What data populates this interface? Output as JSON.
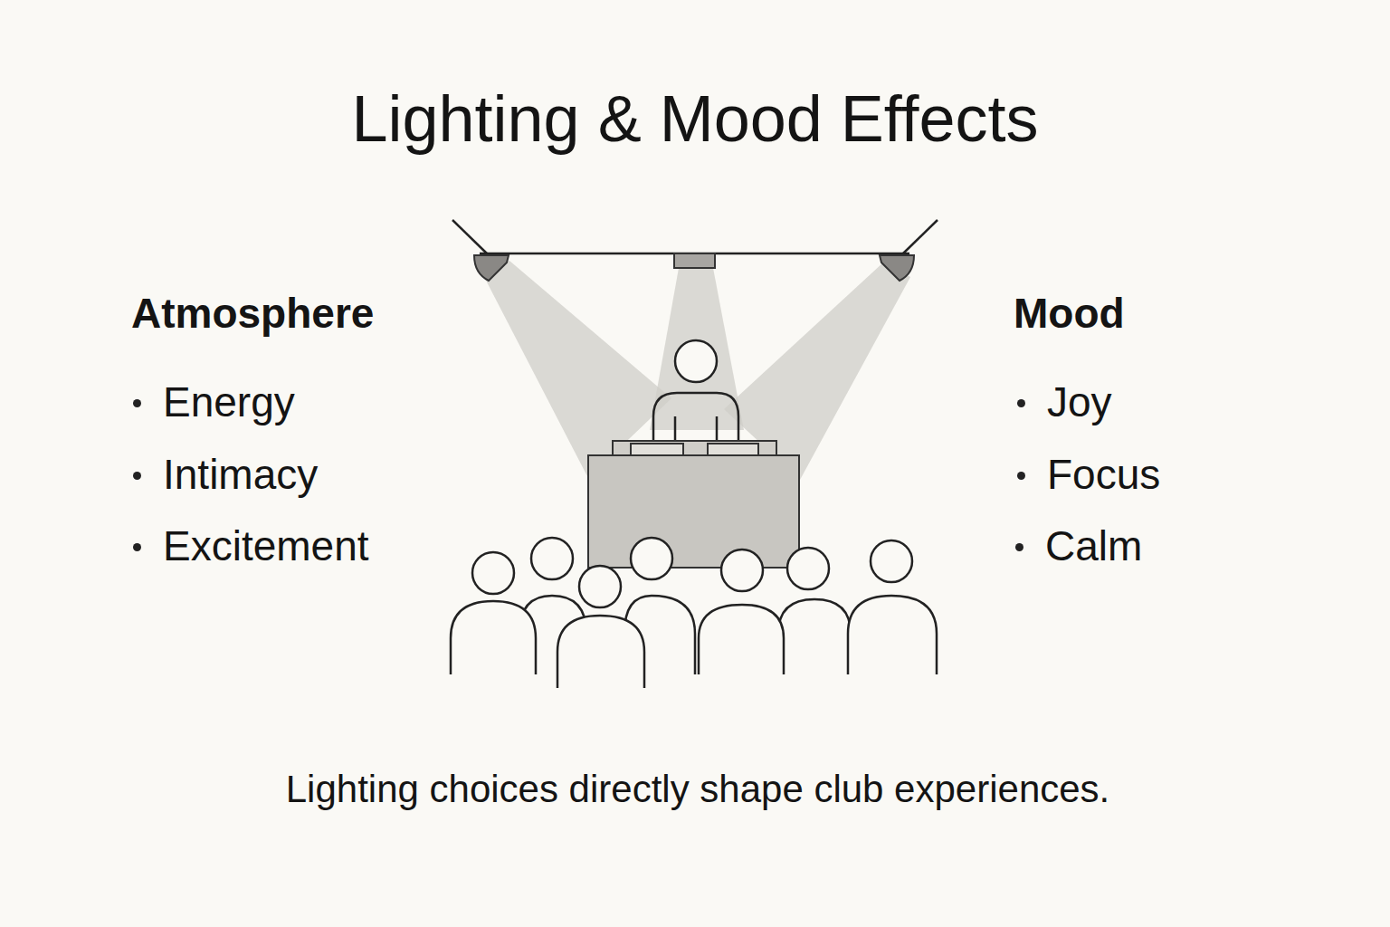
{
  "diagram": {
    "title": "Lighting & Mood Effects",
    "caption": "Lighting choices directly shape club experiences.",
    "labels": [
      "Atmosphere",
      "Energy",
      "Intimacy",
      "Excitement",
      "Mood",
      "Joy",
      "Focus",
      "Calm"
    ]
  }
}
